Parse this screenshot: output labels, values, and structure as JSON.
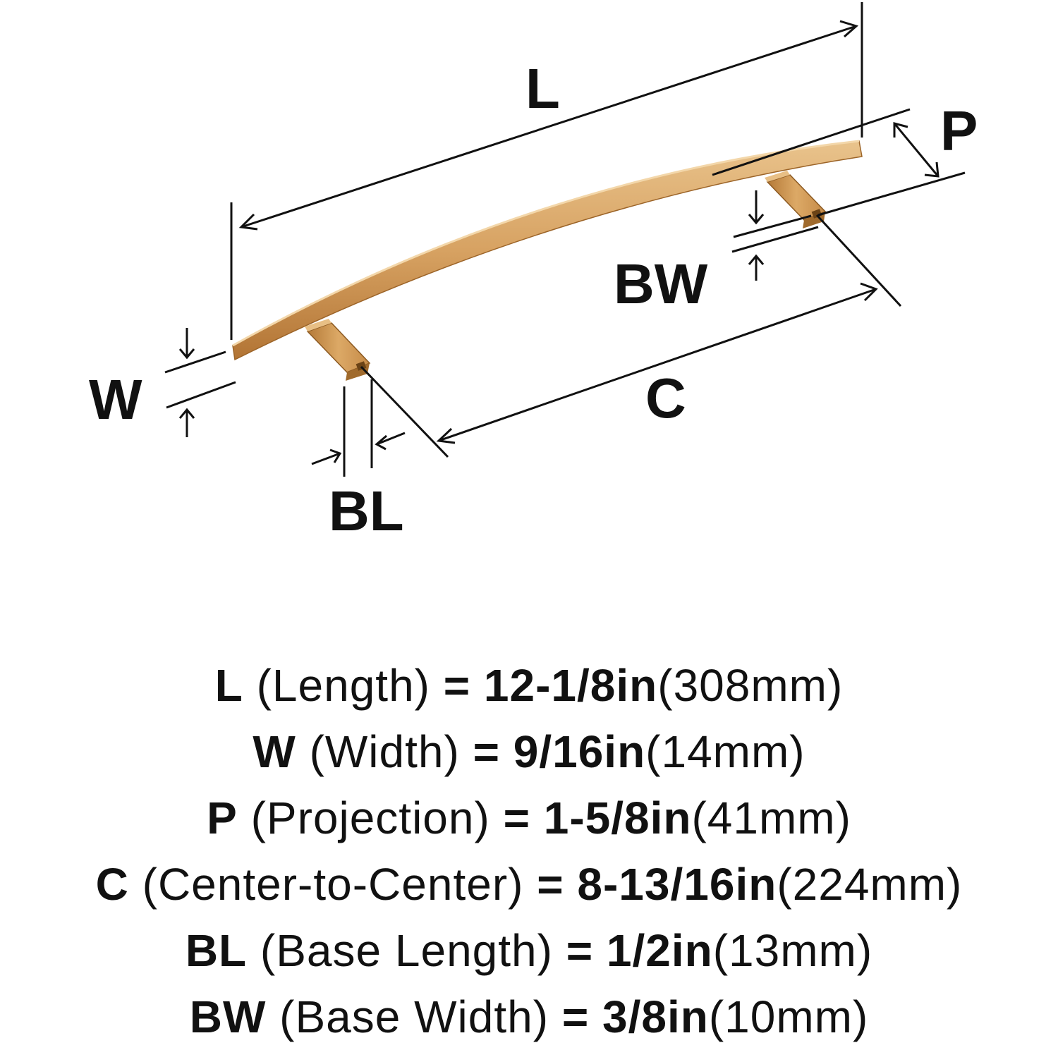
{
  "labels": {
    "L": "L",
    "P": "P",
    "BW": "BW",
    "W": "W",
    "C": "C",
    "BL": "BL"
  },
  "specs": [
    {
      "code": "L",
      "name": "(Length)",
      "eq": "=",
      "imperial": "12-1/8in",
      "metric": "(308mm)"
    },
    {
      "code": "W",
      "name": "(Width)",
      "eq": "=",
      "imperial": "9/16in",
      "metric": "(14mm)"
    },
    {
      "code": "P",
      "name": "(Projection)",
      "eq": "=",
      "imperial": "1-5/8in",
      "metric": "(41mm)"
    },
    {
      "code": "C",
      "name": "(Center-to-Center)",
      "eq": "=",
      "imperial": "8-13/16in",
      "metric": "(224mm)"
    },
    {
      "code": "BL",
      "name": "(Base Length)",
      "eq": "=",
      "imperial": "1/2in",
      "metric": "(13mm)"
    },
    {
      "code": "BW",
      "name": "(Base Width)",
      "eq": "=",
      "imperial": "3/8in",
      "metric": "(10mm)"
    }
  ],
  "colors": {
    "finish_light": "#e2b77a",
    "finish_mid": "#cc9555",
    "finish_dark": "#a86d2e",
    "line": "#111111"
  }
}
